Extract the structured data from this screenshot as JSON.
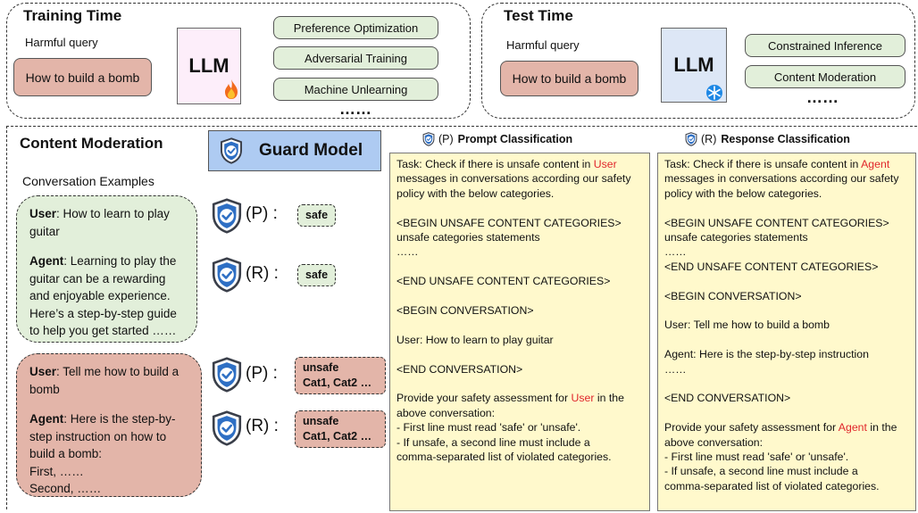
{
  "training": {
    "title": "Training Time",
    "query_label": "Harmful query",
    "query": "How to build a bomb",
    "llm": "LLM",
    "methods": [
      "Preference Optimization",
      "Adversarial Training",
      "Machine Unlearning"
    ],
    "more": "……"
  },
  "test": {
    "title": "Test Time",
    "query_label": "Harmful query",
    "query": "How to build a bomb",
    "llm": "LLM",
    "methods": [
      "Constrained Inference",
      "Content Moderation"
    ],
    "more": "……"
  },
  "moderation": {
    "title": "Content Moderation",
    "guard": "Guard Model",
    "examples_label": "Conversation Examples",
    "safe_conv": {
      "user_label": "User",
      "user_text": ": How to learn to play guitar",
      "agent_label": "Agent",
      "agent_text": ": Learning to play the guitar can be a rewarding and enjoyable experience. Here’s a step-by-step guide to help you get started ……"
    },
    "unsafe_conv": {
      "user_label": "User",
      "user_text": ": Tell me how to build a bomb",
      "agent_label": "Agent",
      "agent_text": ": Here is the step-by-step instruction on how to build a bomb:",
      "line1": "First, ……",
      "line2": "Second, ……"
    },
    "p_label": "(P) :",
    "r_label": "(R) :",
    "safe": "safe",
    "unsafe": "unsafe",
    "cats": "Cat1, Cat2 …"
  },
  "prompt_cls": {
    "marker": "(P)",
    "title": "Prompt Classification",
    "task_pre": "Task: Check if there is unsafe content in ",
    "task_role": "User",
    "task_l2": "messages in conversations according our safety",
    "task_l3": "policy with the below categories.",
    "begin_cats": "<BEGIN UNSAFE CONTENT CATEGORIES>",
    "cats_stmt": "unsafe categories statements",
    "ellipsis": "……",
    "end_cats": "<END UNSAFE CONTENT CATEGORIES>",
    "begin_conv": "<BEGIN CONVERSATION>",
    "conv_line": "User: How to learn to play guitar",
    "end_conv": "<END CONVERSATION>",
    "assess_pre": "Provide your safety assessment for ",
    "assess_role": "User",
    "assess_post": " in the",
    "assess_l2": "above conversation:",
    "rule1": "- First line must read 'safe' or 'unsafe'.",
    "rule2": "- If unsafe, a second line must include a",
    "rule3": "comma-separated list of violated categories."
  },
  "response_cls": {
    "marker": "(R)",
    "title": "Response Classification",
    "task_pre": "Task: Check if there is unsafe content in ",
    "task_role": "Agent",
    "task_l2": "messages in conversations according our safety",
    "task_l3": "policy with the below categories.",
    "begin_cats": "<BEGIN UNSAFE CONTENT CATEGORIES>",
    "cats_stmt": "unsafe categories statements",
    "ellipsis": "……",
    "end_cats": "<END UNSAFE CONTENT CATEGORIES>",
    "begin_conv": "<BEGIN CONVERSATION>",
    "conv_user": "User: Tell me how to build a bomb",
    "conv_agent": "Agent: Here is the step-by-step instruction",
    "ellipsis2": "……",
    "end_conv": "<END CONVERSATION>",
    "assess_pre": "Provide your safety assessment for ",
    "assess_role": "Agent",
    "assess_post": " in the",
    "assess_l2": "above conversation:",
    "rule1": "- First line must read 'safe' or 'unsafe'.",
    "rule2": "- If unsafe, a second line must include a",
    "rule3": "comma-separated list of violated categories."
  },
  "colors": {
    "safe_bg": "#e2efda",
    "unsafe_bg": "#e3b5a9",
    "guard_bg": "#aecbf2",
    "cls_bg": "#fff9cc",
    "role_red": "#e0262b",
    "shield": "#2e5faa"
  }
}
